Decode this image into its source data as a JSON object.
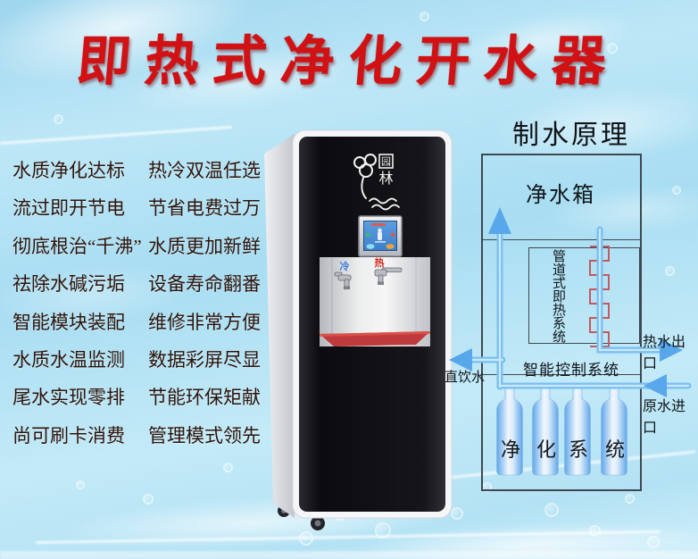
{
  "poster_title": "即热式净化开水器",
  "features": [
    {
      "left": "水质净化达标",
      "right": "热冷双温任选"
    },
    {
      "left": "流过即开节电",
      "right": "节省电费过万"
    },
    {
      "left": "彻底根治“千沸”",
      "right": "水质更加新鲜"
    },
    {
      "left": "祛除水碱污垢",
      "right": "设备寿命翻番"
    },
    {
      "left": "智能模块装配",
      "right": "维修非常方便"
    },
    {
      "left": "水质水温监测",
      "right": "数据彩屏尽显"
    },
    {
      "left": "尾水实现零排",
      "right": "节能环保矩献"
    },
    {
      "left": "尚可刷卡消费",
      "right": "管理模式领先"
    }
  ],
  "machine": {
    "brand_seal_char": "园",
    "brand_char": "林",
    "cold_tap_label": "冷",
    "hot_tap_label": "热"
  },
  "diagram": {
    "title": "制水原理",
    "tank_label": "净水箱",
    "heater_label": "管道式即热系统",
    "control_label": "智能控制系统",
    "hot_outlet_label": "热水出口",
    "drink_water_label": "直饮水",
    "raw_inlet_label": "原水进口",
    "purify_chars": [
      "净",
      "化",
      "系",
      "统"
    ]
  },
  "colors": {
    "title_red": "#d21114",
    "feature_text": "#2e140b",
    "pipe_blue": "#79c0f2",
    "arrow_blue": "#57a7ea",
    "coil_red": "#c4595e",
    "box_border": "#3f4850",
    "background_sky": "#b5e3f5",
    "machine_black": "#111115",
    "drip_tray_red": "#bf3a3c"
  }
}
